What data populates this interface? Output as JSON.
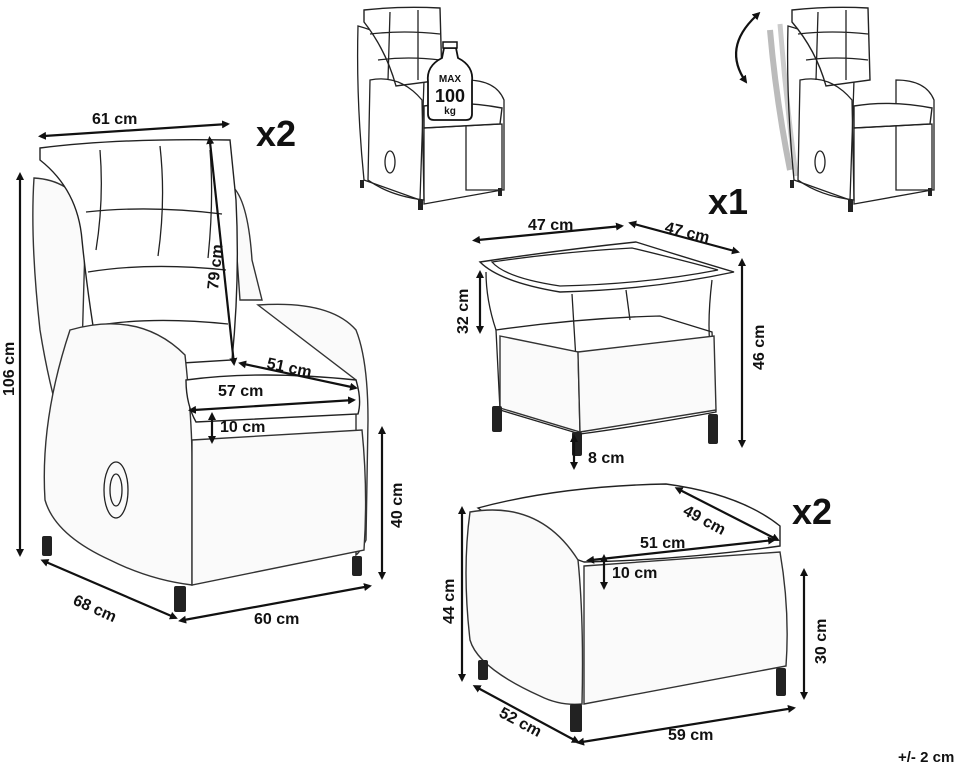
{
  "chair": {
    "quantity": "x2",
    "width": "61 cm",
    "height": "106 cm",
    "backrest": "79 cm",
    "seat_depth": "51 cm",
    "seat_width": "57 cm",
    "cushion": "10 cm",
    "seat_height": "40 cm",
    "depth": "68 cm",
    "front_width": "60 cm"
  },
  "table": {
    "quantity": "x1",
    "width": "47 cm",
    "depth": "47 cm",
    "shelf_gap": "32 cm",
    "height": "46 cm",
    "leg": "8 cm"
  },
  "footstool": {
    "quantity": "x2",
    "top_depth": "49 cm",
    "top_width": "51 cm",
    "cushion": "10 cm",
    "height": "44 cm",
    "base_height": "30 cm",
    "depth": "52 cm",
    "width": "59 cm"
  },
  "load_badge": {
    "line1": "MAX",
    "line2": "100",
    "line3": "kg"
  },
  "tolerance": "+/- 2 cm",
  "icons": [
    "weight-icon",
    "recline-arrow-icon"
  ]
}
